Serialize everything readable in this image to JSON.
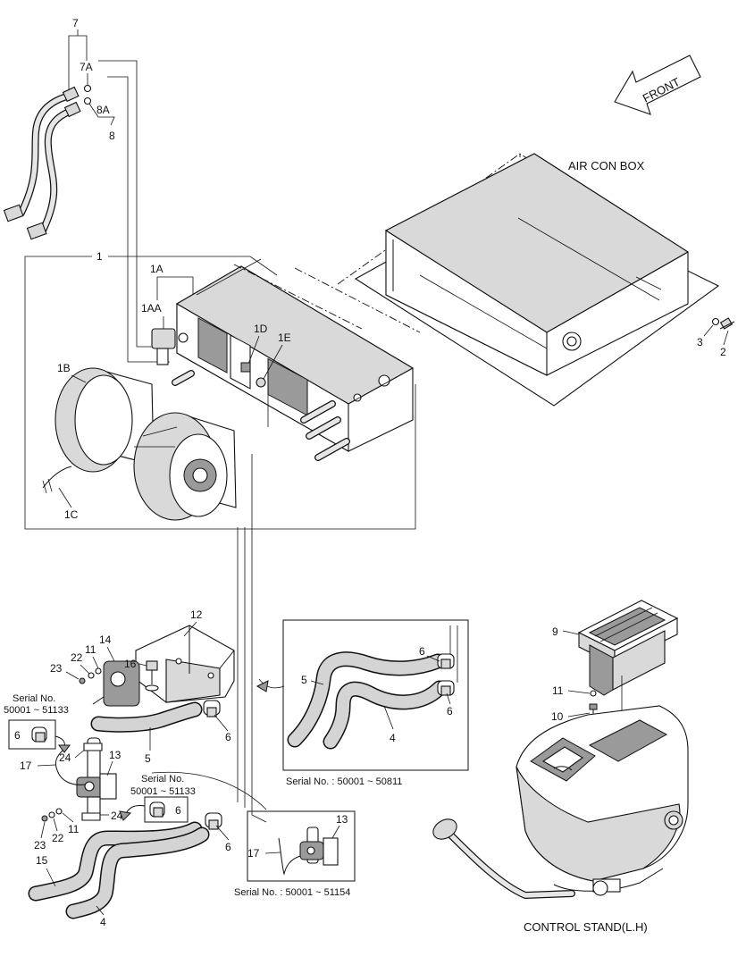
{
  "labels": {
    "front": "FRONT",
    "air_con_box": "AIR CON BOX",
    "control_stand": "CONTROL STAND(L.H)",
    "p7": "7",
    "p7a": "7A",
    "p8a": "8A",
    "p8": "8",
    "p1": "1",
    "p1a": "1A",
    "p1aa": "1AA",
    "p1b": "1B",
    "p1c": "1C",
    "p1d": "1D",
    "p1e": "1E",
    "p2": "2",
    "p3": "3",
    "p9": "9",
    "p10": "10",
    "p11": "11",
    "p12": "12",
    "p13": "13",
    "p14": "14",
    "p15": "15",
    "p16": "16",
    "p17": "17",
    "p22": "22",
    "p23": "23",
    "p24": "24",
    "p4": "4",
    "p5": "5",
    "p6": "6"
  },
  "captions": {
    "serial_no": "Serial No.",
    "range_a": "50001 ~ 51133",
    "range_box1": "Serial No. : 50001 ~ 50811",
    "range_box2": "Serial No. : 50001 ~ 51154"
  }
}
